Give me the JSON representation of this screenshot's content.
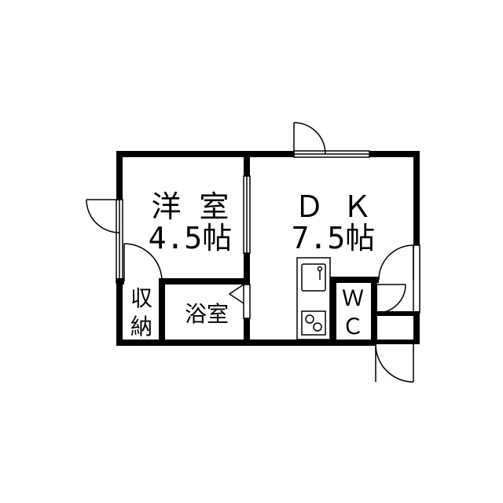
{
  "rooms": {
    "western": {
      "name": "洋 室",
      "size": "4.5帖"
    },
    "dk": {
      "name": "Ｄ Ｋ",
      "size": "7.5帖"
    },
    "bath": {
      "name": "浴室"
    },
    "storage": {
      "line1": "収",
      "line2": "納"
    },
    "wc": {
      "line1": "Ｗ",
      "line2": "Ｃ"
    }
  },
  "colors": {
    "wall": "#000000",
    "fixture": "#000000",
    "background": "#ffffff"
  }
}
